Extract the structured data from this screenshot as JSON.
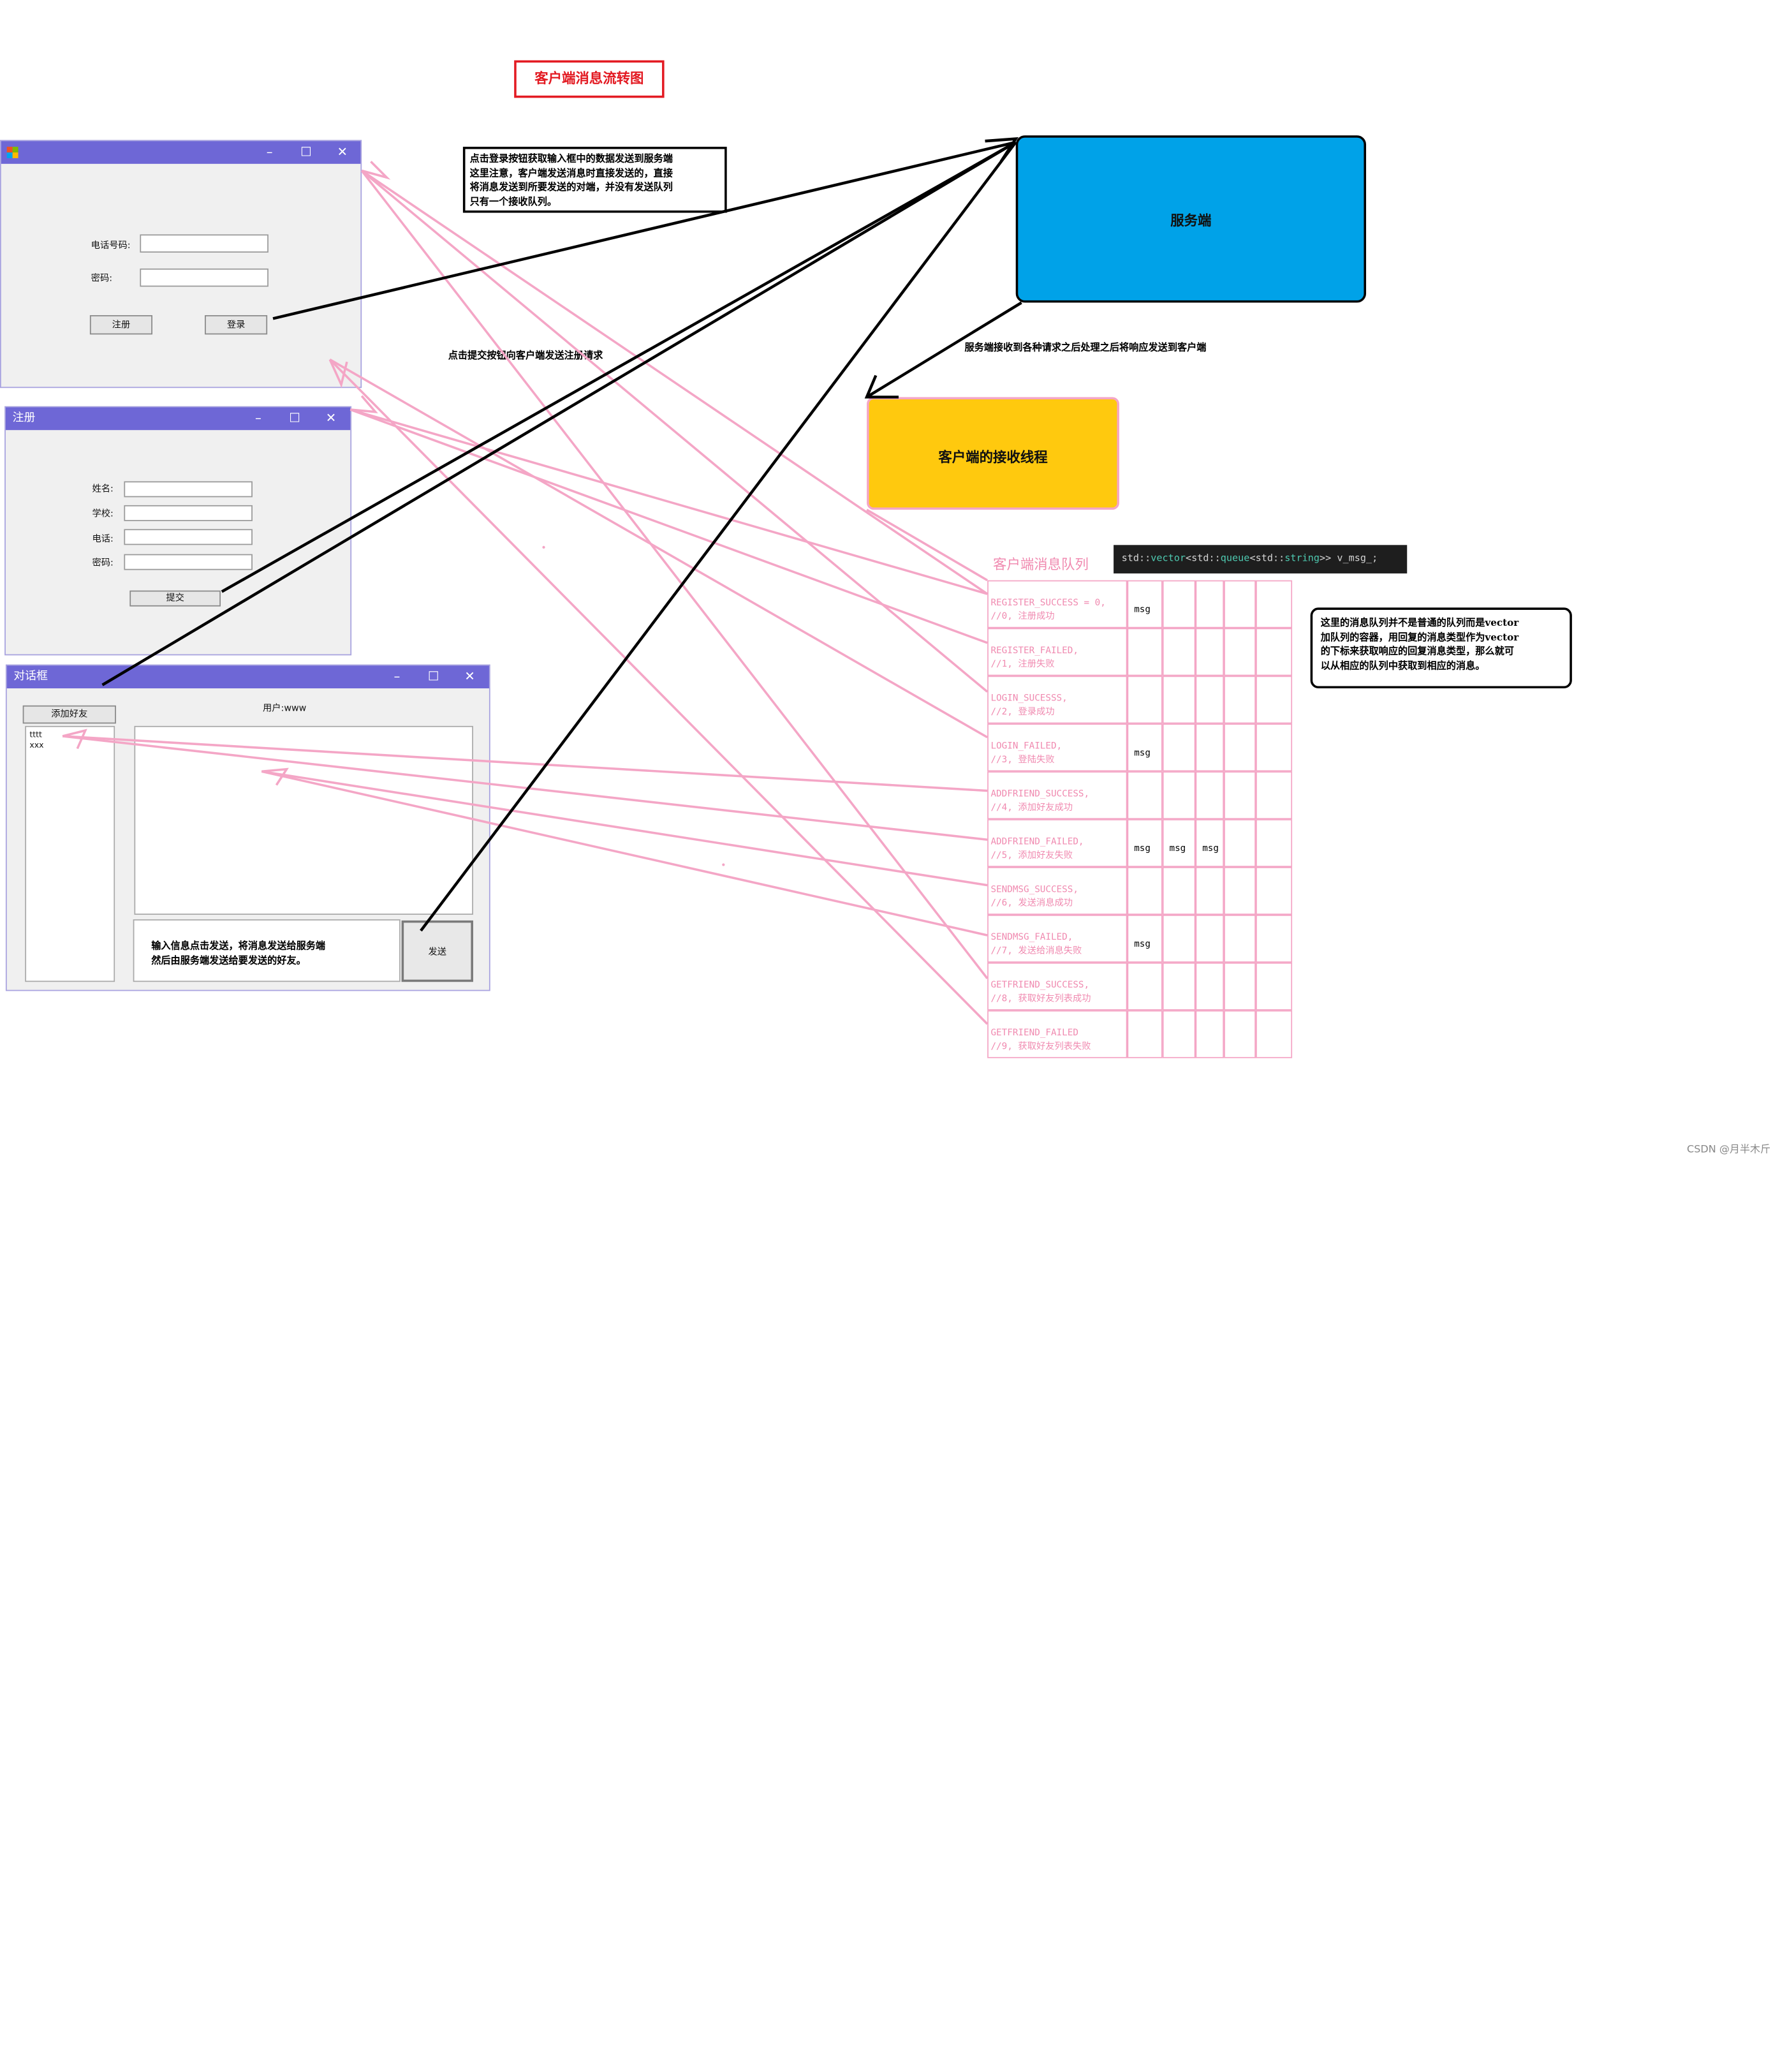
{
  "title": "客户端消息流转图",
  "colors": {
    "accent_red": "#e31b23",
    "server": "#00a2e8",
    "recv_thread": "#ffc90e",
    "pink": "#f4a6c6",
    "window_title": "#6e67d6"
  },
  "login_window": {
    "phone_label": "电话号码:",
    "password_label": "密码:",
    "register_button": "注册",
    "login_button": "登录"
  },
  "register_window": {
    "title": "注册",
    "name_label": "姓名:",
    "school_label": "学校:",
    "phone_label": "电话:",
    "password_label": "密码:",
    "submit_button": "提交"
  },
  "chat_window": {
    "title": "对话框",
    "add_friend_button": "添加好友",
    "user_label": "用户:www",
    "friends": [
      "tttt",
      "xxx"
    ],
    "send_note": [
      "输入信息点击发送，将消息发送给服务端",
      "然后由服务端发送给要发送的好友。"
    ],
    "send_button": "发送"
  },
  "login_note": [
    "点击登录按钮获取输入框中的数据发送到服务端",
    "这里注意，客户端发送消息时直接发送的，直接",
    "将消息发送到所要发送的对端，并没有发送队列",
    "只有一个接收队列。"
  ],
  "register_note": "点击提交按钮向客户端发送注册请求",
  "server": {
    "label": "服务端"
  },
  "server_note": "服务端接收到各种请求之后处理之后将响应发送到客户端",
  "recv_thread": {
    "label": "客户端的接收线程"
  },
  "queue": {
    "title": "客户端消息队列",
    "code": {
      "p1": "std::",
      "p2": "vector",
      "p3": "<std::",
      "p4": "queue",
      "p5": "<std::",
      "p6": "string",
      "p7": ">> v_msg_;"
    },
    "rows": [
      {
        "l1": "REGISTER_SUCCESS = 0,",
        "l2": "//0, 注册成功",
        "msgs": [
          1
        ]
      },
      {
        "l1": "REGISTER_FAILED,",
        "l2": "//1, 注册失败",
        "msgs": []
      },
      {
        "l1": "LOGIN_SUCESSS,",
        "l2": "//2,  登录成功",
        "msgs": []
      },
      {
        "l1": "LOGIN_FAILED,",
        "l2": "//3,  登陆失败",
        "msgs": [
          1
        ]
      },
      {
        "l1": "ADDFRIEND_SUCCESS,",
        "l2": "//4,  添加好友成功",
        "msgs": []
      },
      {
        "l1": "ADDFRIEND_FAILED,",
        "l2": "//5,  添加好友失败",
        "msgs": [
          1,
          1,
          1
        ]
      },
      {
        "l1": "SENDMSG_SUCCESS,",
        "l2": "//6,  发送消息成功",
        "msgs": []
      },
      {
        "l1": "SENDMSG_FAILED,",
        "l2": "//7,  发送给消息失败",
        "msgs": [
          1
        ]
      },
      {
        "l1": "GETFRIEND_SUCCESS,",
        "l2": "//8, 获取好友列表成功",
        "msgs": []
      },
      {
        "l1": "GETFRIEND_FAILED",
        "l2": "//9,  获取好友列表失败",
        "msgs": []
      }
    ],
    "msg_label": "msg"
  },
  "queue_note": [
    "这里的消息队列并不是普通的队列而是vector",
    "加队列的容器，用回复的消息类型作为vector",
    "的下标来获取响应的回复消息类型，那么就可",
    "以从相应的队列中获取到相应的消息。"
  ],
  "watermark": "CSDN @月半木斤"
}
